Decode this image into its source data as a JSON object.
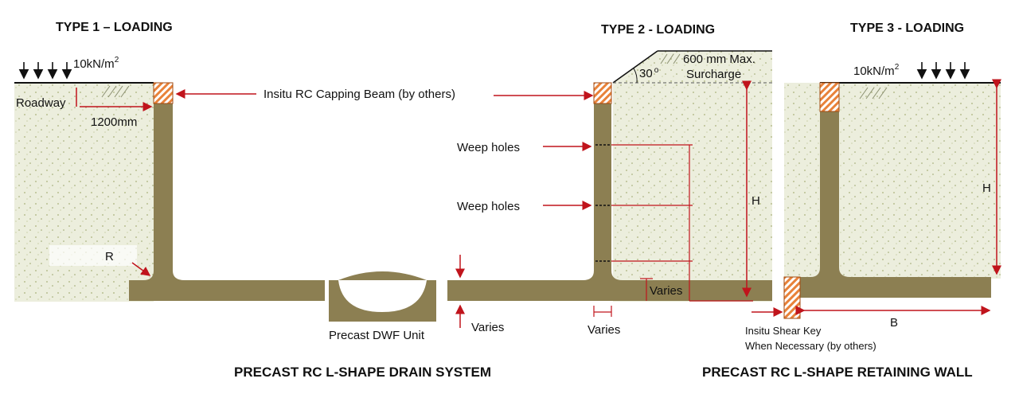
{
  "headings": {
    "type1": "TYPE 1 – LOADING",
    "type2": "TYPE 2 - LOADING",
    "type3": "TYPE 3 - LOADING"
  },
  "loads": {
    "type1": "10kN/m",
    "type3": "10kN/m",
    "exp": "2"
  },
  "labels": {
    "roadway": "Roadway",
    "dist1200": "1200mm",
    "capping": "Insitu RC Capping Beam (by others)",
    "weep1": "Weep holes",
    "weep2": "Weep holes",
    "r": "R",
    "dwf": "Precast DWF Unit",
    "varies_a": "Varies",
    "varies_b": "Varies",
    "varies_c": "Varies",
    "angle": "30",
    "surcharge1": "600 mm Max.",
    "surcharge2": "Surcharge",
    "h2": "H",
    "h3": "H",
    "b": "B",
    "shear1": "Insitu Shear Key",
    "shear2": "When Necessary (by others)"
  },
  "captions": {
    "drain": "PRECAST RC L-SHAPE DRAIN SYSTEM",
    "wall": "PRECAST RC L-SHAPE RETAINING WALL"
  },
  "colors": {
    "concrete": "#8c7f52",
    "soil": "#e8ead2",
    "arrow": "#c0141c",
    "capping": "#e8823a"
  }
}
